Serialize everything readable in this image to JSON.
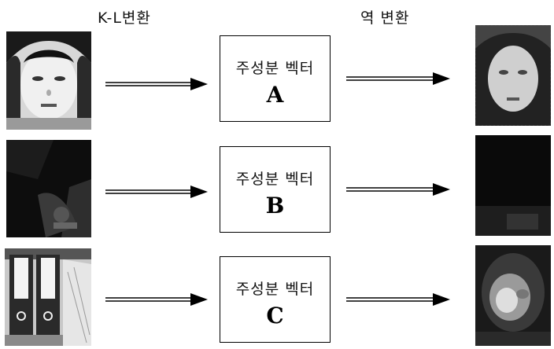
{
  "labels": {
    "kl_transform": "K-L변환",
    "inverse_transform": "역 변환"
  },
  "rows": [
    {
      "vector_label": "주성분 벡터",
      "letter": "A"
    },
    {
      "vector_label": "주성분 벡터",
      "letter": "B"
    },
    {
      "vector_label": "주성분 벡터",
      "letter": "C"
    }
  ],
  "colors": {
    "line": "#000000",
    "box_border": "#000000",
    "text": "#111111"
  }
}
